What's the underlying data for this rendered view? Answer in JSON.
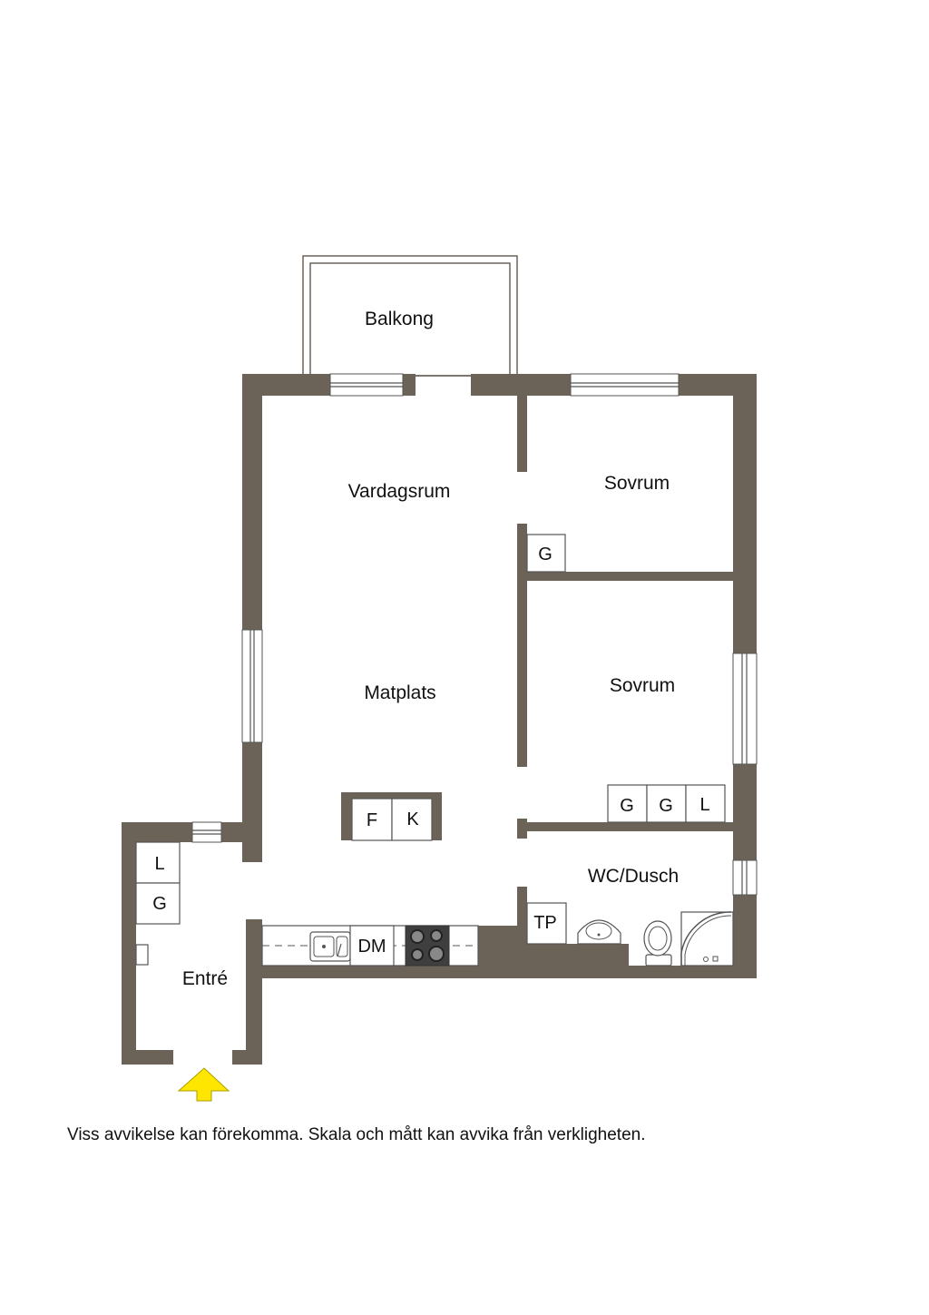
{
  "rooms": {
    "balkong": "Balkong",
    "vardagsrum": "Vardagsrum",
    "sovrum_1": "Sovrum",
    "sovrum_2": "Sovrum",
    "matplats": "Matplats",
    "wc_dusch": "WC/Dusch",
    "entre": "Entré"
  },
  "fixtures": {
    "sovrum1_wardrobe": "G",
    "sovrum2_wardrobe_1": "G",
    "sovrum2_wardrobe_2": "G",
    "sovrum2_linen": "L",
    "fridge": "F",
    "freezer": "K",
    "entre_linen": "L",
    "entre_wardrobe": "G",
    "dishwasher": "DM",
    "wc_cabinet": "TP"
  },
  "entrance_arrow_color": "#ffe600",
  "wall_color": "#6b6358",
  "disclaimer": "Viss avvikelse kan förekomma. Skala och mått kan avvika från verkligheten."
}
